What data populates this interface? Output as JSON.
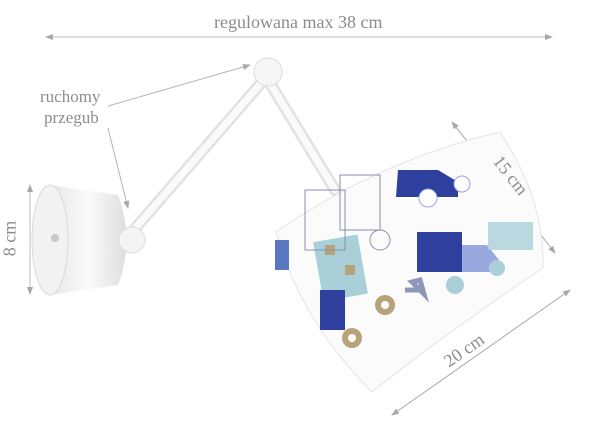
{
  "dimensions": {
    "arm_reach": "regulowana max 38 cm",
    "joint_label_line1": "ruchomy",
    "joint_label_line2": "przegub",
    "base_height": "8 cm",
    "shade_height": "15 cm",
    "shade_diameter": "20 cm"
  },
  "colors": {
    "dimension_line": "#b0b0b0",
    "lamp_body": "#f4f4f4",
    "print_blue": "#2e3f9e",
    "print_light_blue": "#a9cfd8",
    "print_tan": "#b8a27a"
  }
}
